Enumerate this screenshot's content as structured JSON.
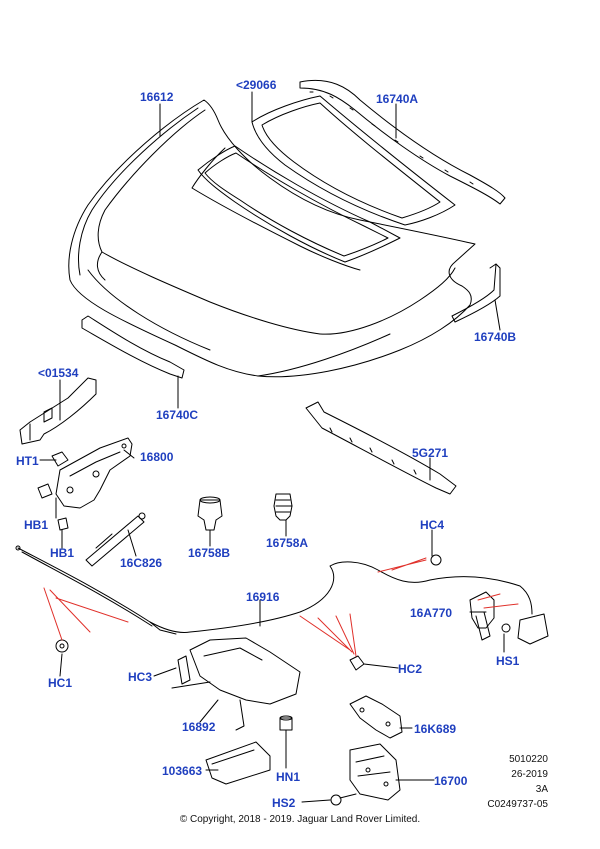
{
  "labels": {
    "p16612": "16612",
    "p29066": "<29066",
    "p16740A": "16740A",
    "p16740B": "16740B",
    "p16740C": "16740C",
    "p01534": "<01534",
    "pHT1": "HT1",
    "p16800": "16800",
    "pHB1a": "HB1",
    "pHB1b": "HB1",
    "p16C826": "16C826",
    "p16758B": "16758B",
    "p16758A": "16758A",
    "p5G271": "5G271",
    "pHC4": "HC4",
    "p16916": "16916",
    "p16A770": "16A770",
    "pHS1": "HS1",
    "pHC1": "HC1",
    "pHC3": "HC3",
    "pHC2": "HC2",
    "p16892": "16892",
    "p16K689": "16K689",
    "p103663": "103663",
    "pHN1": "HN1",
    "p16700": "16700",
    "pHS2": "HS2"
  },
  "meta": {
    "line1": "5010220",
    "line2": "26-2019",
    "line3": "3A",
    "line4": "C0249737-05"
  },
  "copyright": "© Copyright, 2018 - 2019. Jaguar Land Rover Limited.",
  "colors": {
    "label": "#1f3fbf",
    "leader": "#000000",
    "highlight": "#e0302a"
  }
}
